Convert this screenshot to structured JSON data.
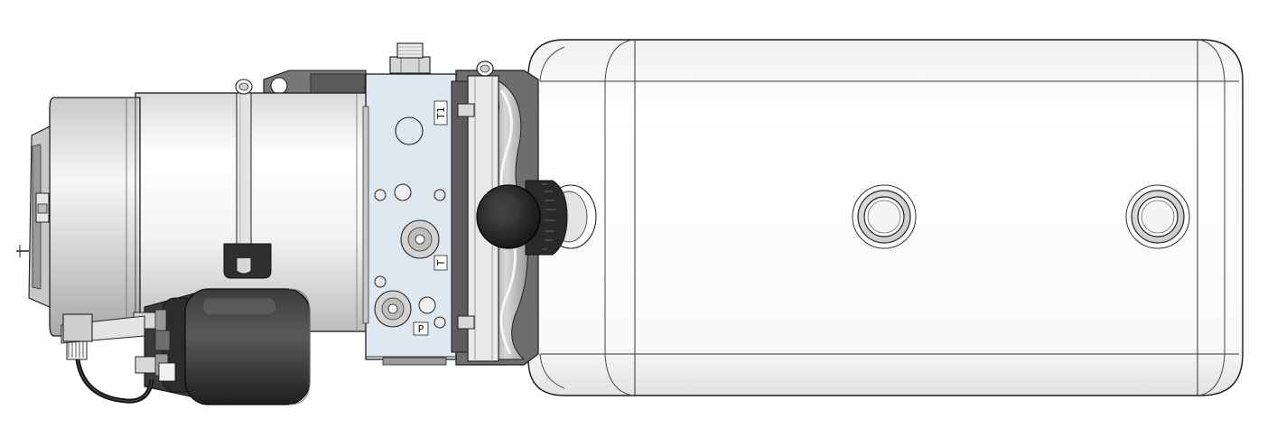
{
  "scene": {
    "subject": "hydraulic-power-unit",
    "palette": {
      "background": "#ffffff",
      "outline": "#1a1a1a",
      "metal_light": "#f2f2f2",
      "metal_mid": "#cfcfcf",
      "metal_dark": "#8a8a8a",
      "valve_block": "#dde6ef",
      "rubber_dark": "#2b2b2b",
      "tank_fill": "#fbfbfb"
    }
  },
  "port_labels": {
    "t1": "T1",
    "t": "T",
    "p": "P"
  }
}
